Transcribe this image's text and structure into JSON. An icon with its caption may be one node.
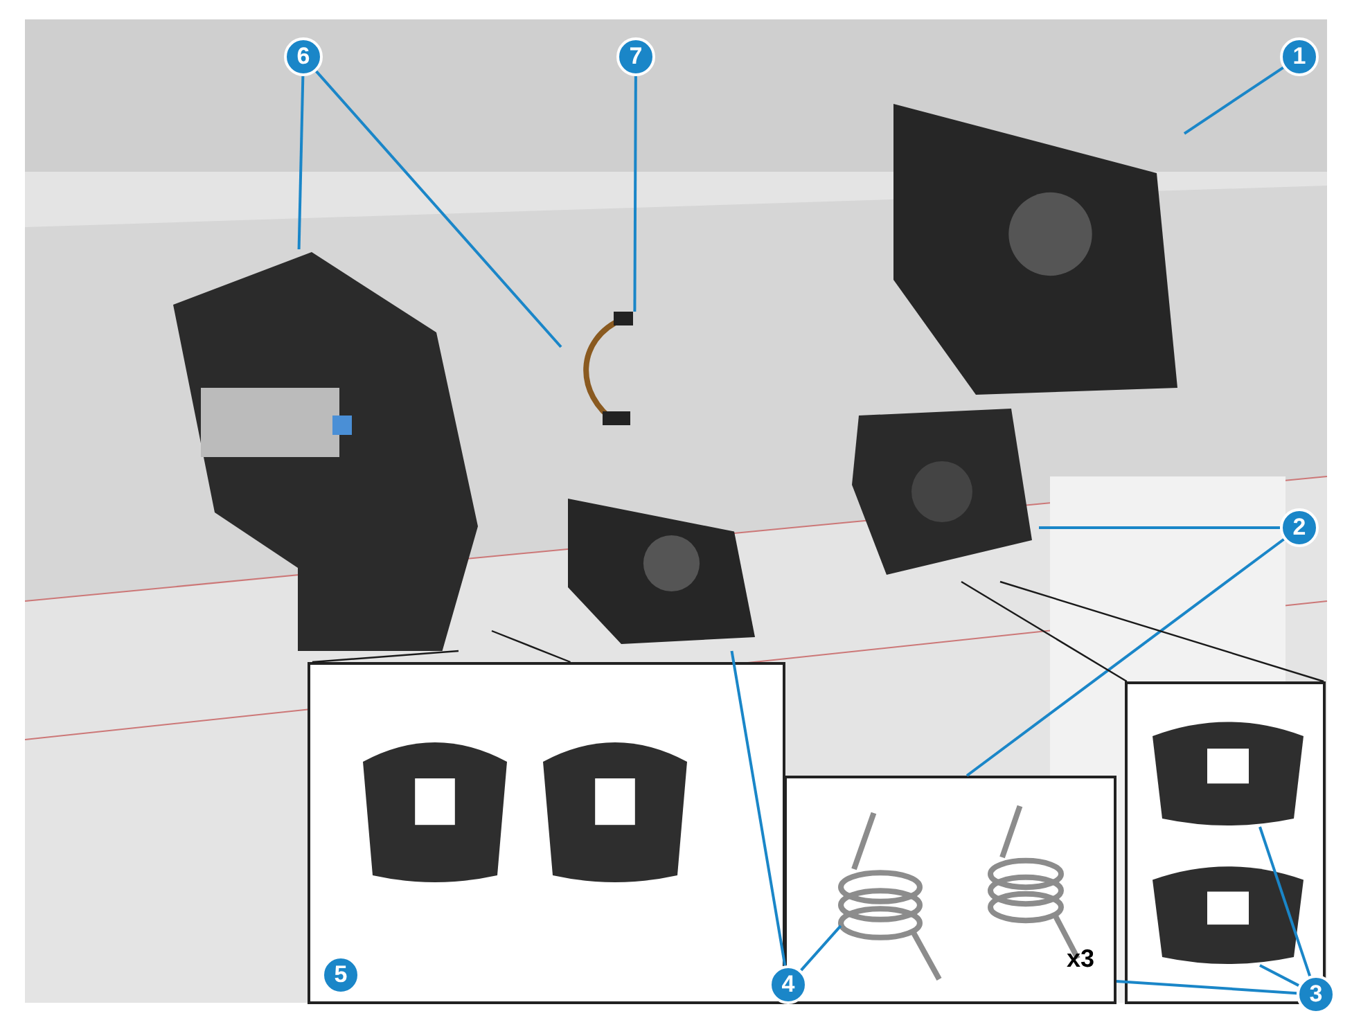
{
  "diagram": {
    "nodes": [
      {
        "text": [
          "6"
        ]
      },
      {
        "text": [
          "7"
        ]
      },
      {
        "text": [
          "1"
        ]
      },
      {
        "text": [
          "2"
        ]
      },
      {
        "text": [],
        "shape": "box"
      },
      {
        "text": [
          "5"
        ],
        "in": 4
      },
      {
        "text": [],
        "shape": "box"
      },
      {
        "text": [],
        "shape": "box"
      },
      {
        "text": [
          "4"
        ]
      },
      {
        "text": [
          "3"
        ]
      },
      {
        "text": [],
        "shape": "picture"
      },
      {
        "text": [],
        "shape": "picture"
      },
      {
        "text": [],
        "shape": "picture"
      },
      {
        "text": [],
        "shape": "picture"
      },
      {
        "text": [],
        "shape": "picture"
      },
      {
        "text": [],
        "shape": "picture",
        "in": 6
      },
      {
        "text": [],
        "shape": "picture",
        "in": 6
      },
      {
        "text": [],
        "shape": "picture",
        "in": 7
      },
      {
        "text": [],
        "shape": "picture",
        "in": 7
      },
      {
        "text": [],
        "shape": "picture",
        "in": 4
      },
      {
        "text": [],
        "shape": "picture",
        "in": 4
      }
    ],
    "edges": [
      {
        "from": 0,
        "to": 10,
        "arrow": "none"
      },
      {
        "from": 0,
        "to": 11,
        "arrow": "none"
      },
      {
        "from": 1,
        "to": 11,
        "arrow": "none"
      },
      {
        "from": 2,
        "to": 12,
        "arrow": "none"
      },
      {
        "from": 3,
        "to": 13,
        "arrow": "none"
      },
      {
        "from": 3,
        "to": 6,
        "arrow": "none"
      },
      {
        "from": 8,
        "to": 14,
        "arrow": "none"
      },
      {
        "from": 8,
        "to": 15,
        "arrow": "none"
      },
      {
        "from": 9,
        "to": 17,
        "arrow": "none"
      },
      {
        "from": 9,
        "to": 18,
        "arrow": "none"
      },
      {
        "from": 9,
        "to": 6,
        "arrow": "none"
      },
      {
        "from": 10,
        "to": 4,
        "arrow": "none",
        "color": "#1a1a1a"
      },
      {
        "from": 10,
        "to": 4,
        "arrow": "none",
        "color": "#1a1a1a"
      },
      {
        "from": 13,
        "to": 7,
        "arrow": "none",
        "color": "#1a1a1a"
      },
      {
        "from": 13,
        "to": 7,
        "arrow": "none",
        "color": "#1a1a1a"
      }
    ],
    "labels": [
      "x3"
    ]
  }
}
